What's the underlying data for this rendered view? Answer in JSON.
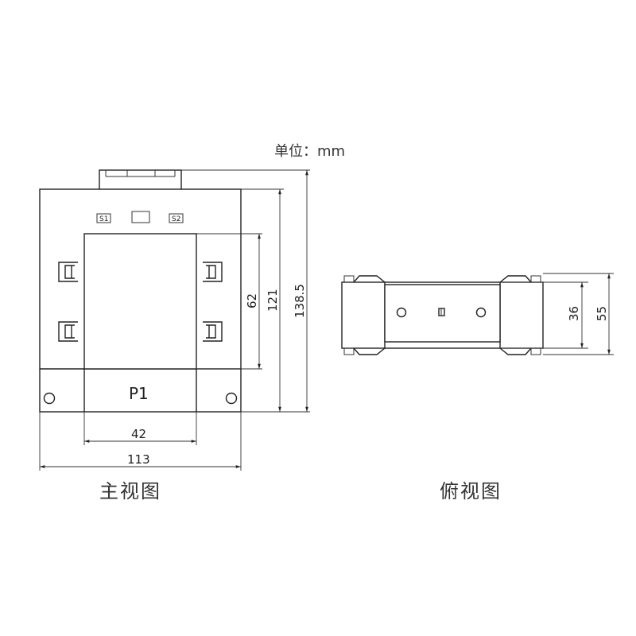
{
  "unit_label": "单位：mm",
  "front_view": {
    "caption": "主视图",
    "terminal_s1": "S1",
    "terminal_s2": "S2",
    "primary_label": "P1",
    "dim_width_window": "42",
    "dim_width_total": "113",
    "dim_height_window": "62",
    "dim_height_body": "121",
    "dim_height_total": "138.5"
  },
  "top_view": {
    "caption": "俯视图",
    "dim_inner": "36",
    "dim_outer": "55"
  }
}
